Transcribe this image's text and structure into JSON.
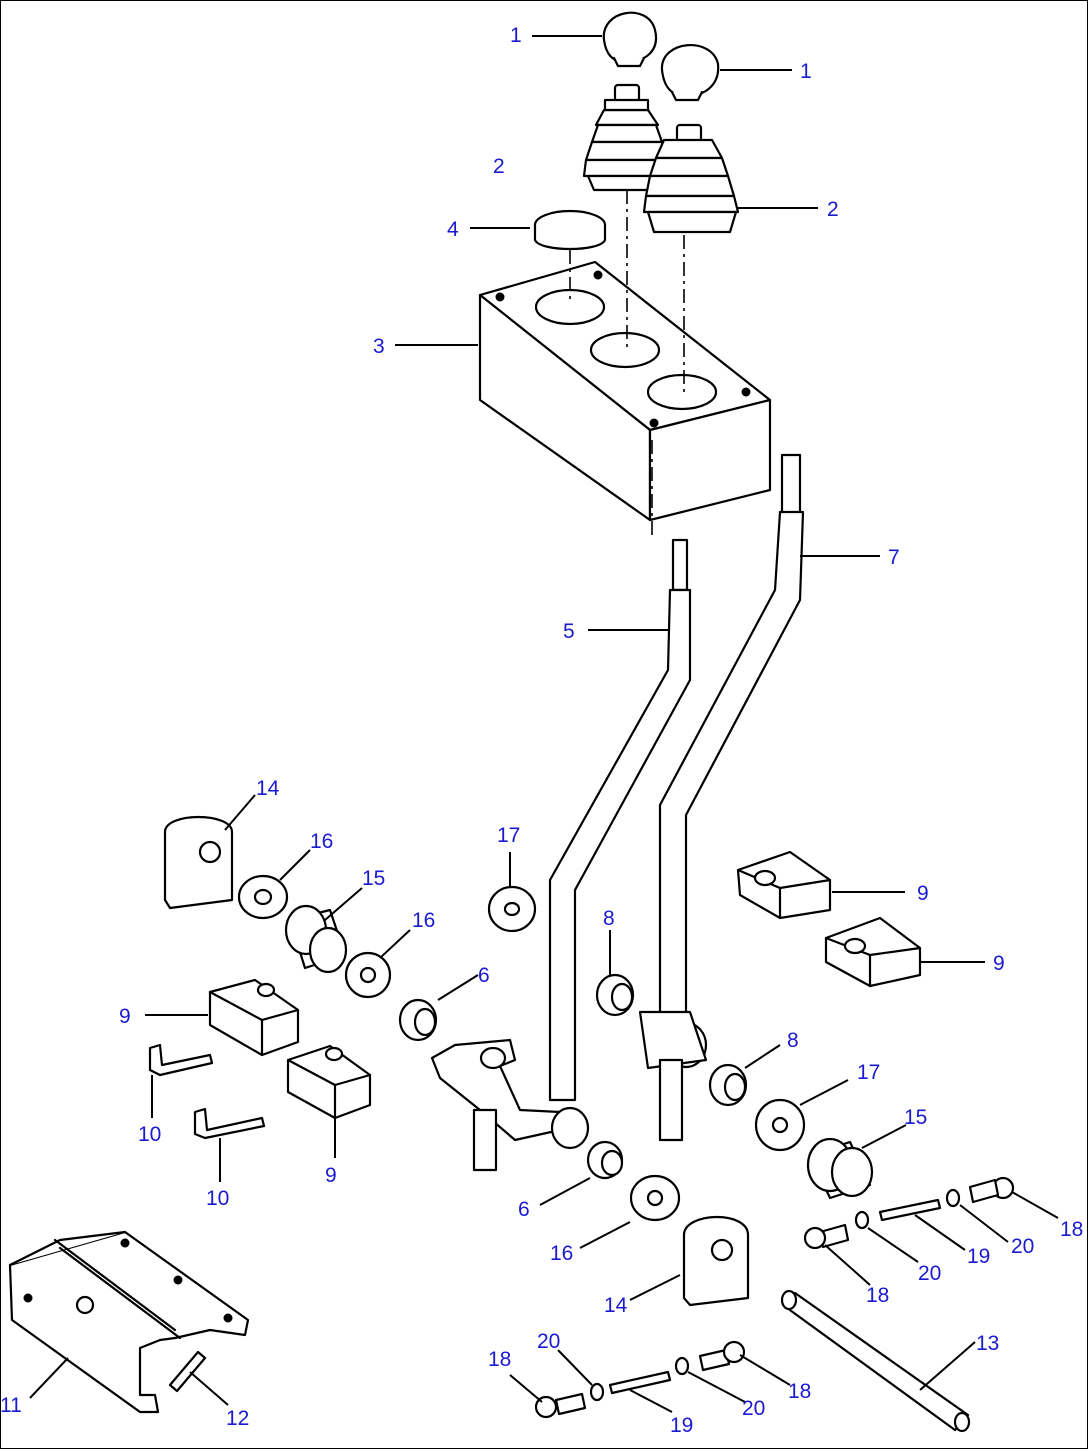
{
  "diagram": {
    "colors": {
      "callout": "#1a1ad0",
      "line": "#000000",
      "background": "#ffffff"
    },
    "callouts": [
      {
        "id": "c01",
        "label": "1"
      },
      {
        "id": "c02",
        "label": "1"
      },
      {
        "id": "c03",
        "label": "2"
      },
      {
        "id": "c04",
        "label": "2"
      },
      {
        "id": "c05",
        "label": "4"
      },
      {
        "id": "c06",
        "label": "3"
      },
      {
        "id": "c07",
        "label": "7"
      },
      {
        "id": "c08",
        "label": "5"
      },
      {
        "id": "c09",
        "label": "14"
      },
      {
        "id": "c10",
        "label": "16"
      },
      {
        "id": "c11",
        "label": "15"
      },
      {
        "id": "c12",
        "label": "17"
      },
      {
        "id": "c13",
        "label": "16"
      },
      {
        "id": "c14",
        "label": "6"
      },
      {
        "id": "c15",
        "label": "8"
      },
      {
        "id": "c16",
        "label": "9"
      },
      {
        "id": "c17",
        "label": "9"
      },
      {
        "id": "c18",
        "label": "9"
      },
      {
        "id": "c19",
        "label": "8"
      },
      {
        "id": "c20",
        "label": "17"
      },
      {
        "id": "c21",
        "label": "15"
      },
      {
        "id": "c22",
        "label": "10"
      },
      {
        "id": "c23",
        "label": "10"
      },
      {
        "id": "c24",
        "label": "9"
      },
      {
        "id": "c25",
        "label": "6"
      },
      {
        "id": "c26",
        "label": "16"
      },
      {
        "id": "c27",
        "label": "14"
      },
      {
        "id": "c28",
        "label": "18"
      },
      {
        "id": "c29",
        "label": "20"
      },
      {
        "id": "c30",
        "label": "19"
      },
      {
        "id": "c31",
        "label": "20"
      },
      {
        "id": "c32",
        "label": "18"
      },
      {
        "id": "c33",
        "label": "13"
      },
      {
        "id": "c34",
        "label": "11"
      },
      {
        "id": "c35",
        "label": "12"
      },
      {
        "id": "c36",
        "label": "18"
      },
      {
        "id": "c37",
        "label": "20"
      },
      {
        "id": "c38",
        "label": "19"
      },
      {
        "id": "c39",
        "label": "20"
      },
      {
        "id": "c40",
        "label": "18"
      }
    ]
  }
}
